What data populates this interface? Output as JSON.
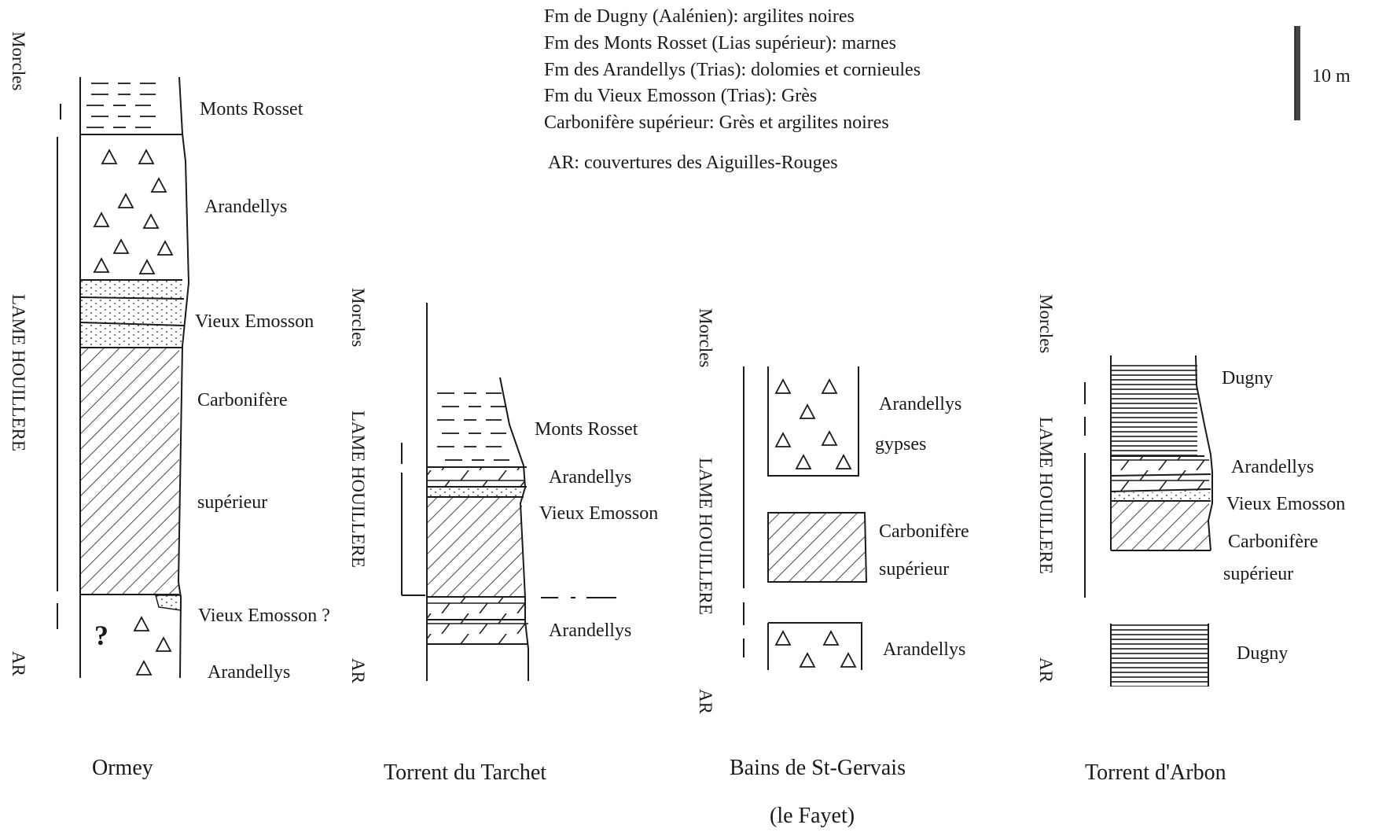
{
  "legend": {
    "lines": [
      "Fm de Dugny (Aalénien): argilites noires",
      "Fm des Monts Rosset (Lias supérieur): marnes",
      "Fm des Arandellys (Trias): dolomies et cornieules",
      "Fm du Vieux Emosson (Trias): Grès",
      "Carbonifère supérieur: Grès et argilites noires"
    ],
    "ar_note": "AR: couvertures des Aiguilles-Rouges"
  },
  "scale_bar": {
    "label": "10 m"
  },
  "columns": [
    {
      "site": "Ormey",
      "zones": {
        "morcles": "Morcles",
        "lame": "LAME HOUILLERE",
        "ar": "AR"
      },
      "unit_labels": [
        "Monts Rosset",
        "Arandellys",
        "Vieux Emosson",
        "Carbonifère",
        "supérieur",
        "Vieux Emosson ?",
        "Arandellys"
      ],
      "question_mark": "?"
    },
    {
      "site": "Torrent du Tarchet",
      "zones": {
        "morcles": "Morcles",
        "lame": "LAME HOUILLERE",
        "ar": "AR"
      },
      "unit_labels": [
        "Monts Rosset",
        "Arandellys",
        "Vieux Emosson",
        "Arandellys"
      ]
    },
    {
      "site": "Bains de St-Gervais",
      "site_sub": "(le Fayet)",
      "zones": {
        "morcles": "Morcles",
        "lame": "LAME HOUILLERE",
        "ar": "AR"
      },
      "unit_labels": [
        "Arandellys",
        "gypses",
        "Carbonifère",
        "supérieur",
        "Arandellys"
      ]
    },
    {
      "site": "Torrent d'Arbon",
      "zones": {
        "morcles": "Morcles",
        "lame": "LAME HOUILLERE",
        "ar": "AR"
      },
      "unit_labels": [
        "Dugny",
        "Arandellys",
        "Vieux Emosson",
        "Carbonifère",
        "supérieur",
        "Dugny"
      ]
    }
  ]
}
